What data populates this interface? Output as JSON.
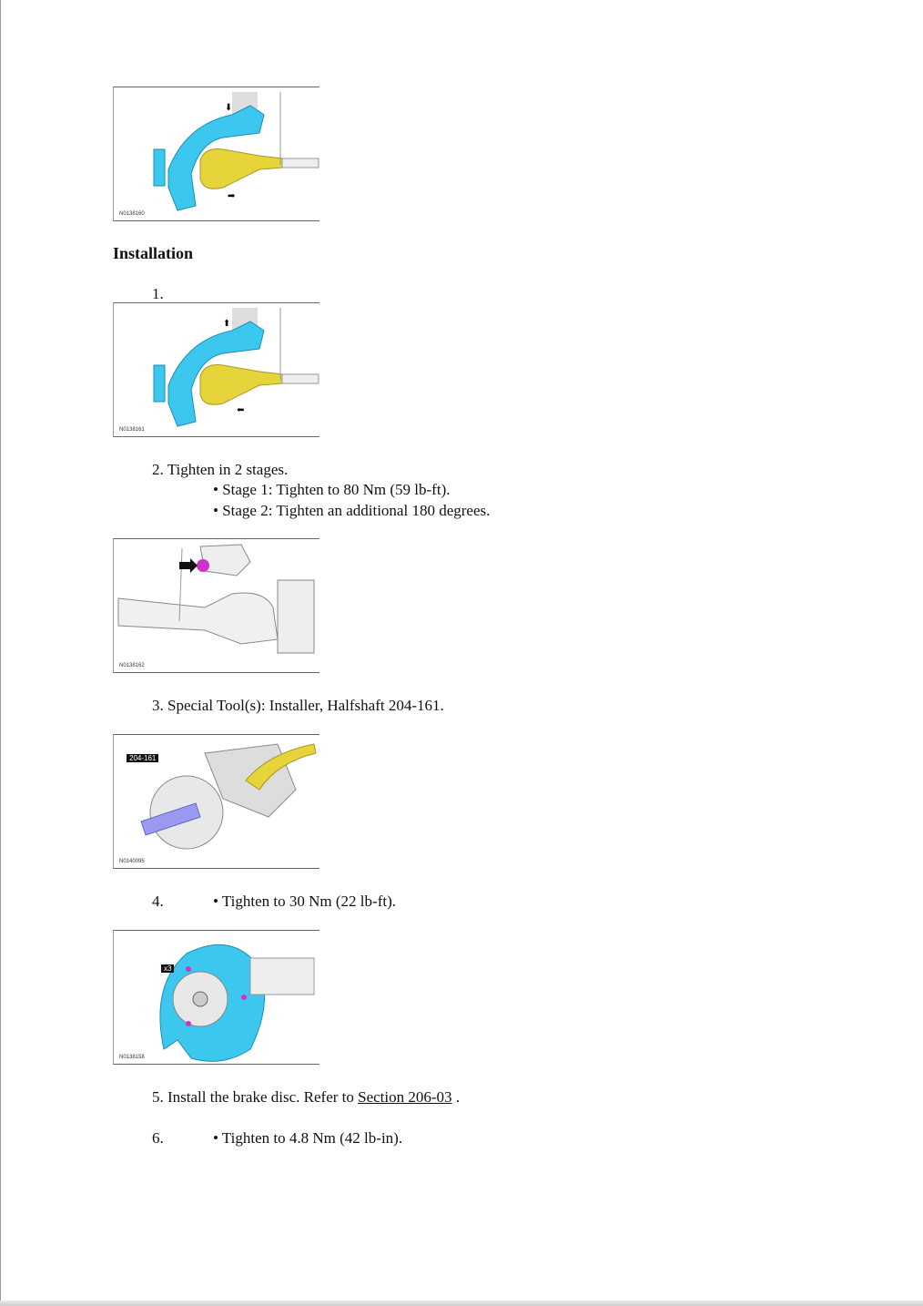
{
  "figures": [
    {
      "id": "N0138160"
    },
    {
      "id": "N0138161"
    },
    {
      "id": "N0138162"
    },
    {
      "id": "N0140095",
      "tool_label": "204-161"
    },
    {
      "id": "N0138158",
      "count_label": "x3"
    }
  ],
  "section_heading": "Installation",
  "steps": {
    "s1": {
      "num": "1."
    },
    "s2": {
      "text": "2. Tighten in 2 stages.",
      "bullets": [
        "• Stage 1: Tighten to 80 Nm (59 lb-ft).",
        "• Stage 2: Tighten an additional 180 degrees."
      ]
    },
    "s3": {
      "text": "3. Special Tool(s): Installer, Halfshaft 204-161."
    },
    "s4": {
      "num": "4.",
      "bullet": "• Tighten to 30 Nm (22 lb-ft)."
    },
    "s5": {
      "text": "5. Install the brake disc. Refer to ",
      "link": "Section 206-03",
      "tail": " ."
    },
    "s6": {
      "num": "6.",
      "bullet": "• Tighten to 4.8 Nm (42 lb-in)."
    }
  },
  "colors": {
    "knuckle": "#3cc8ee",
    "halfshaft": "#e6d43a",
    "bolt": "#cc33cc",
    "tool": "#9a9af0"
  }
}
